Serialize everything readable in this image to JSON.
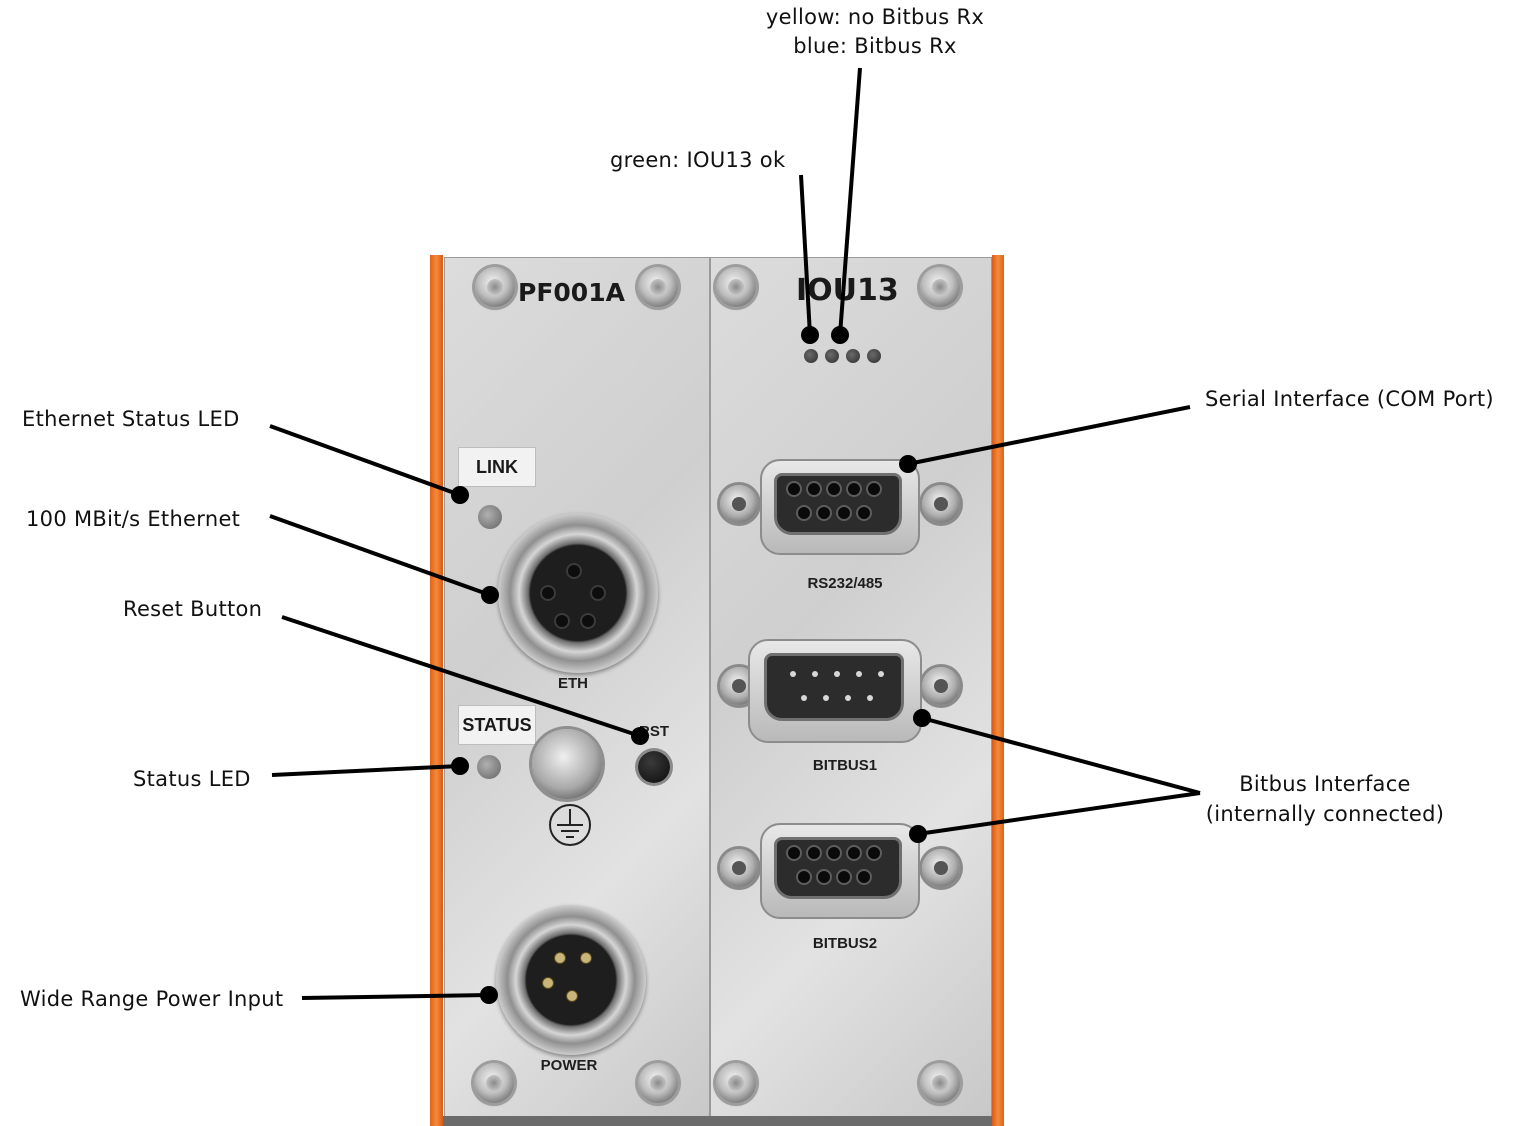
{
  "device": {
    "left_module_name": "PF001A",
    "right_module_name": "IOU13",
    "labels": {
      "link": "LINK",
      "status": "STATUS",
      "eth": "ETH",
      "rst": "RST",
      "power": "POWER",
      "rs232": "RS232/485",
      "bitbus1": "BITBUS1",
      "bitbus2": "BITBUS2"
    }
  },
  "callouts": {
    "yellow_line": "yellow: no Bitbus Rx",
    "blue_line": "blue: Bitbus Rx",
    "green": "green: IOU13 ok",
    "ethernet_status_led": "Ethernet Status LED",
    "ethernet": "100 MBit/s Ethernet",
    "reset_button": "Reset Button",
    "status_led": "Status LED",
    "power_input": "Wide Range Power Input",
    "serial_interface": "Serial Interface (COM Port)",
    "bitbus_line1": "Bitbus Interface",
    "bitbus_line2": "(internally connected)"
  },
  "colors": {
    "housing_orange": "#f07a2a",
    "panel_aluminium": "#d6d6d6",
    "leader_line": "#000000"
  }
}
